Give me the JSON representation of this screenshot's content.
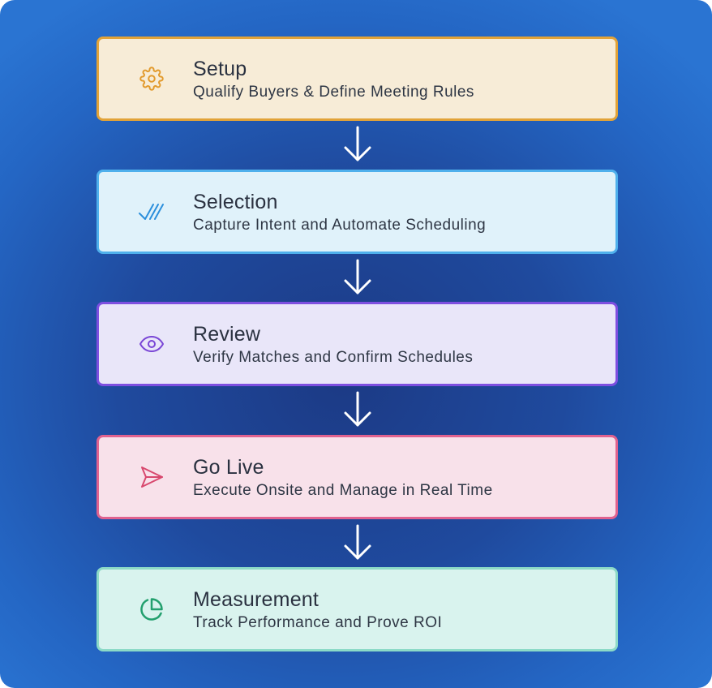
{
  "steps": [
    {
      "title": "Setup",
      "subtitle": "Qualify Buyers & Define Meeting Rules",
      "icon": "gear-icon",
      "color": "#e2a338"
    },
    {
      "title": "Selection",
      "subtitle": "Capture Intent and Automate Scheduling",
      "icon": "double-check-icon",
      "color": "#4fb0ec"
    },
    {
      "title": "Review",
      "subtitle": "Verify Matches and Confirm Schedules",
      "icon": "eye-icon",
      "color": "#7e4fe0"
    },
    {
      "title": "Go Live",
      "subtitle": "Execute Onsite and Manage in Real Time",
      "icon": "send-icon",
      "color": "#e0628f"
    },
    {
      "title": "Measurement",
      "subtitle": "Track Performance and Prove ROI",
      "icon": "pie-chart-icon",
      "color": "#2a9c6f"
    }
  ],
  "connector_icon": "arrow-down-icon"
}
